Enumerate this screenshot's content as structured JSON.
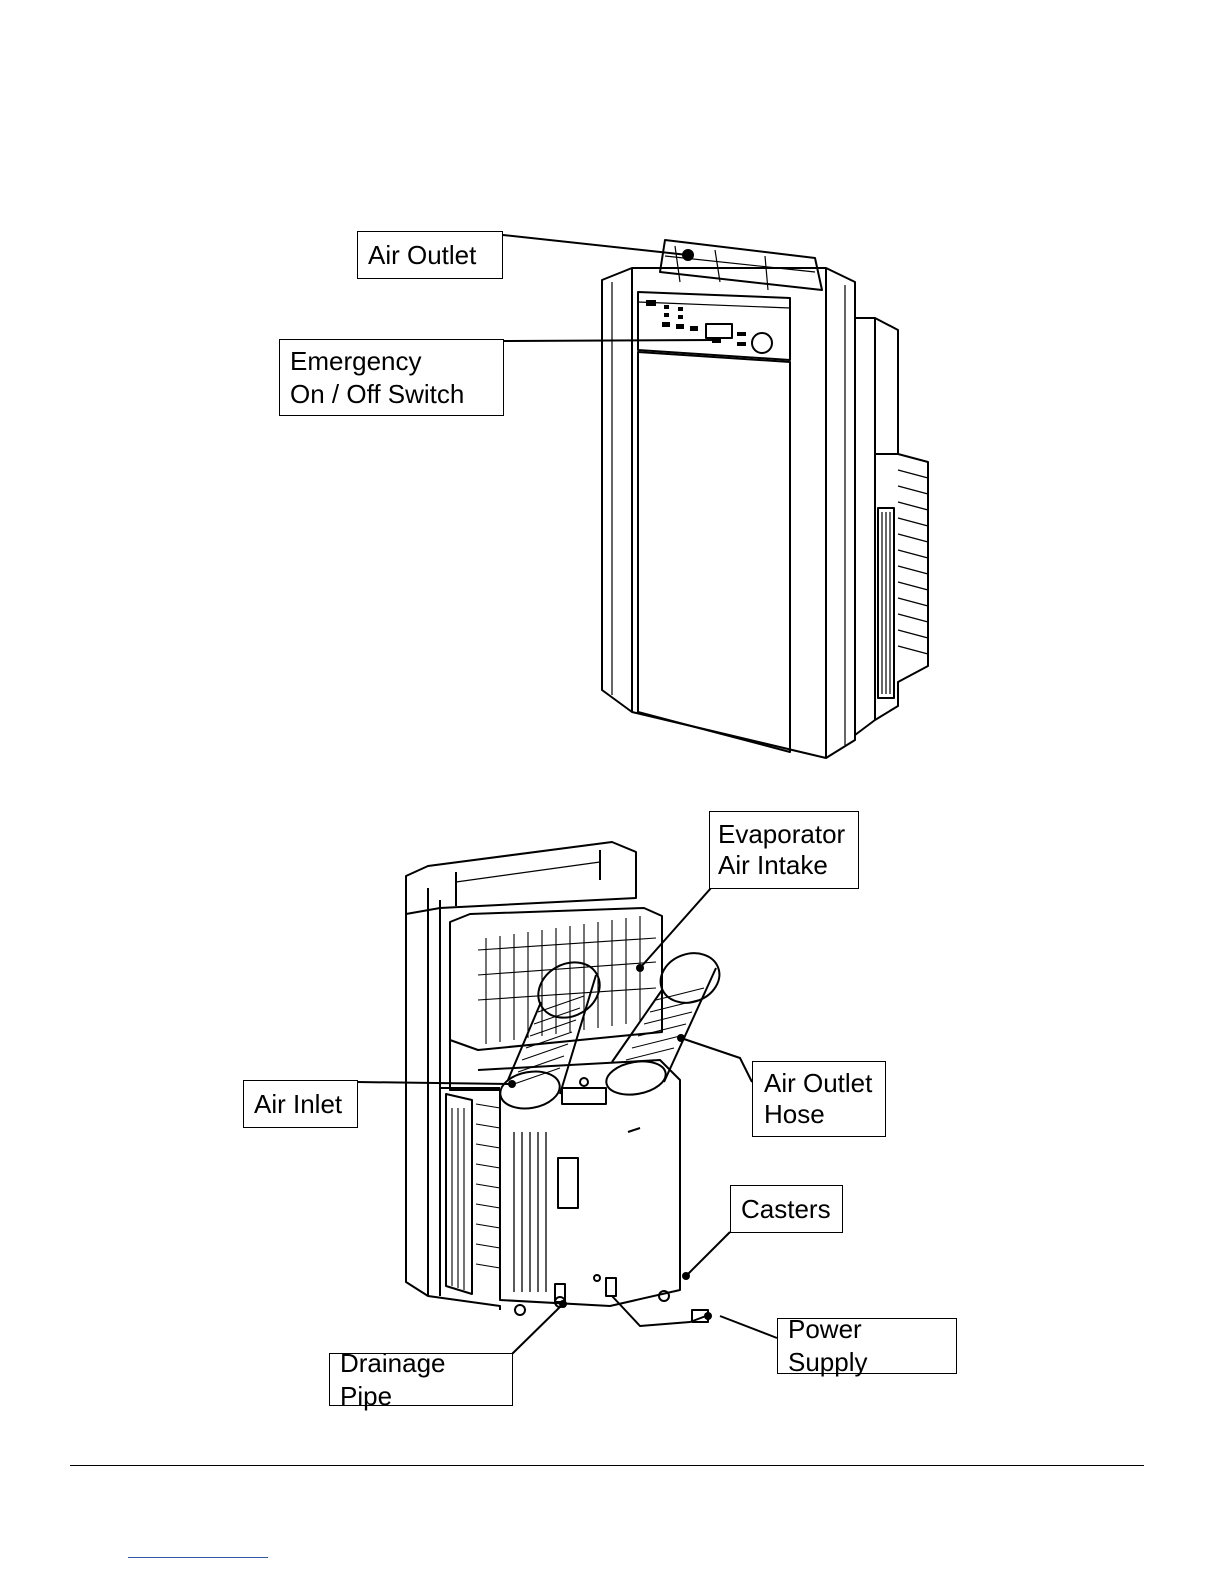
{
  "front_view": {
    "labels": {
      "air_outlet": "Air Outlet",
      "emergency_switch": [
        "Emergency",
        "On / Off Switch"
      ]
    }
  },
  "rear_view": {
    "labels": {
      "evaporator_air_intake": [
        "Evaporator",
        "Air Intake"
      ],
      "air_inlet": "Air Inlet",
      "air_outlet_hose": [
        "Air Outlet",
        "Hose"
      ],
      "casters": "Casters",
      "power_supply": "Power Supply",
      "drainage_pipe": "Drainage Pipe"
    }
  },
  "colors": {
    "line": "#000000",
    "link_underline": "#3355aa"
  }
}
